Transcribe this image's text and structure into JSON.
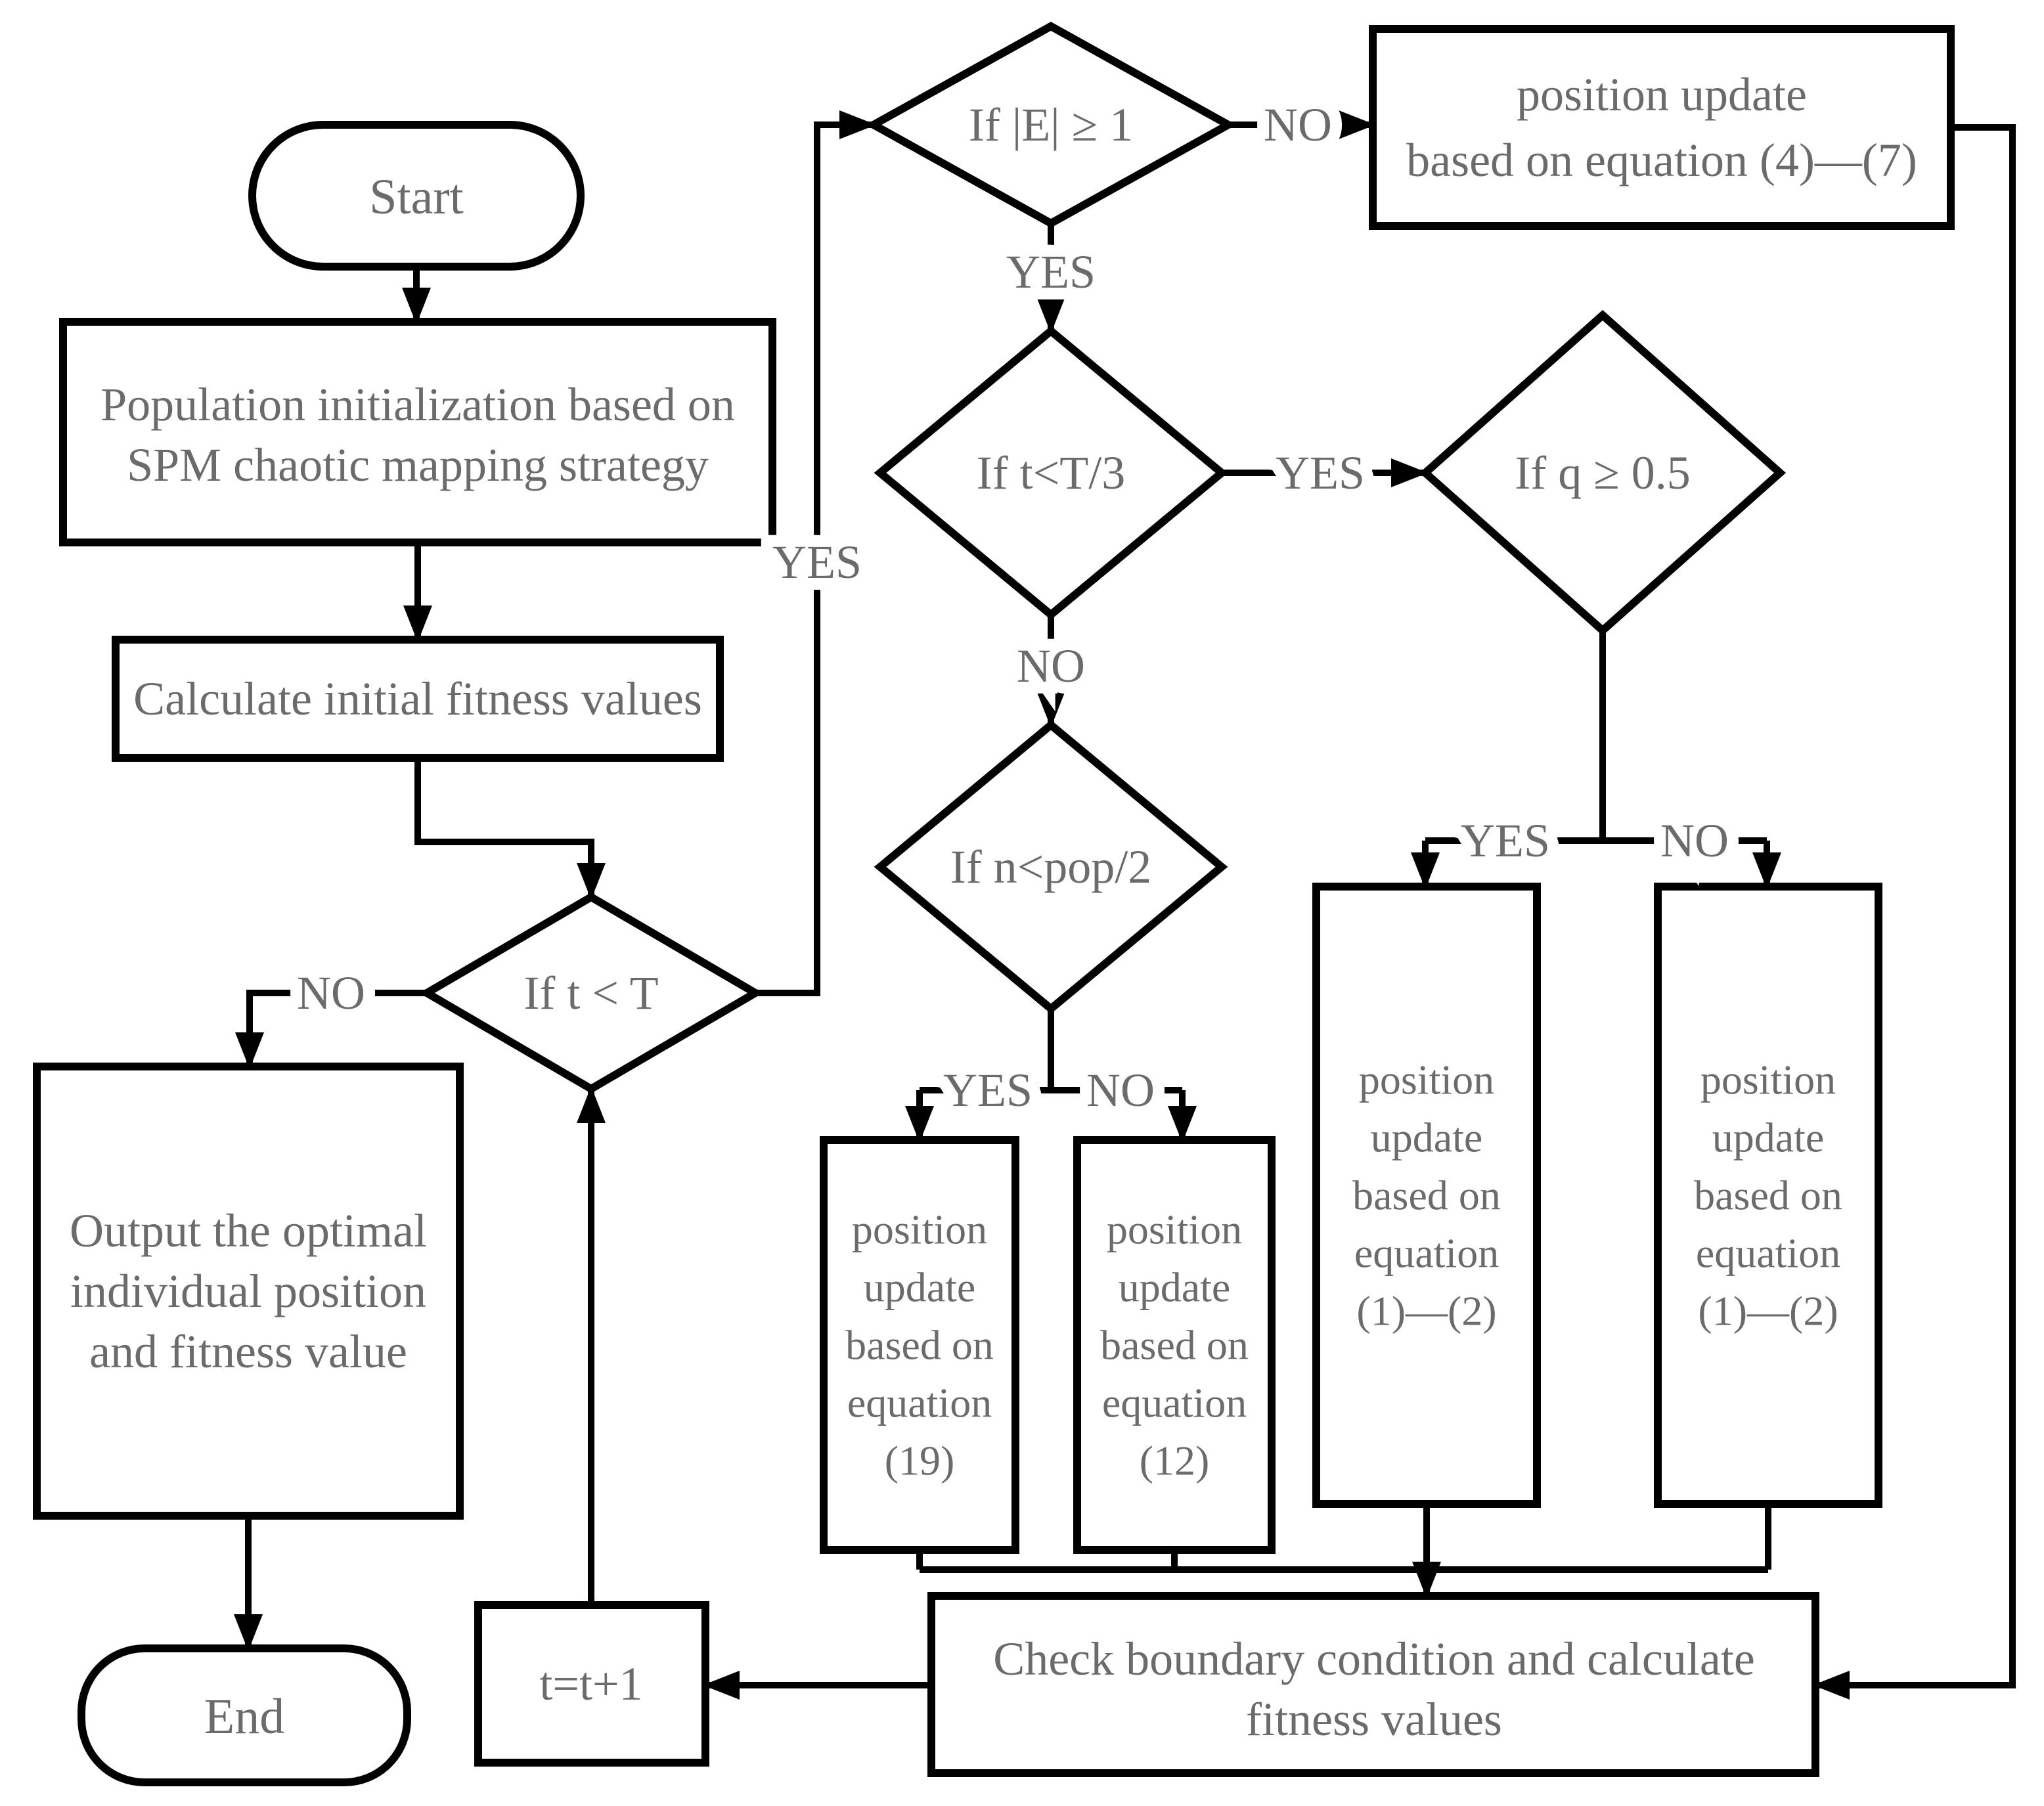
{
  "flowchart": {
    "colors": {
      "line": "#000000",
      "text": "#6b6b6b",
      "background": "#ffffff"
    },
    "nodes": {
      "start": {
        "type": "terminator",
        "label": "Start"
      },
      "pop_init": {
        "type": "process",
        "lines": [
          "Population initialization based on",
          "SPM chaotic mapping strategy"
        ]
      },
      "calc_fitness": {
        "type": "process",
        "lines": [
          "Calculate initial fitness values"
        ]
      },
      "if_t_lt_T": {
        "type": "decision",
        "label": "If t < T"
      },
      "if_E_geq_1": {
        "type": "decision",
        "label": "If |E| ≥ 1"
      },
      "pos_update_4_7": {
        "type": "process",
        "lines": [
          "position update",
          "based on equation (4)—(7)"
        ]
      },
      "if_t_lt_T3": {
        "type": "decision",
        "label": "If t<T/3"
      },
      "if_q_geq_05": {
        "type": "decision",
        "label": "If q ≥ 0.5"
      },
      "if_n_lt_pop2": {
        "type": "decision",
        "label": "If n<pop/2"
      },
      "pos_update_19": {
        "type": "process",
        "lines": [
          "position",
          "update",
          "based on",
          "equation",
          "(19)"
        ]
      },
      "pos_update_12": {
        "type": "process",
        "lines": [
          "position",
          "update",
          "based on",
          "equation",
          "(12)"
        ]
      },
      "pos_update_1_2_yes": {
        "type": "process",
        "lines": [
          "position",
          "update",
          "based on",
          "equation",
          "(1)—(2)"
        ]
      },
      "pos_update_1_2_no": {
        "type": "process",
        "lines": [
          "position",
          "update",
          "based on",
          "equation",
          "(1)—(2)"
        ]
      },
      "check_boundary": {
        "type": "process",
        "lines": [
          "Check boundary condition and calculate",
          "fitness values"
        ]
      },
      "t_increment": {
        "type": "process",
        "label": "t=t+1"
      },
      "output_optimal": {
        "type": "process",
        "lines": [
          "Output the optimal",
          "individual position",
          "and fitness value"
        ]
      },
      "end": {
        "type": "terminator",
        "label": "End"
      }
    },
    "edge_labels": {
      "t_no": "NO",
      "loop_yes": "YES",
      "e_no": "NO",
      "e_yes": "YES",
      "t3_yes": "YES",
      "t3_no": "NO",
      "q_yes": "YES",
      "q_no": "NO",
      "n_yes": "YES",
      "n_no": "NO"
    }
  }
}
